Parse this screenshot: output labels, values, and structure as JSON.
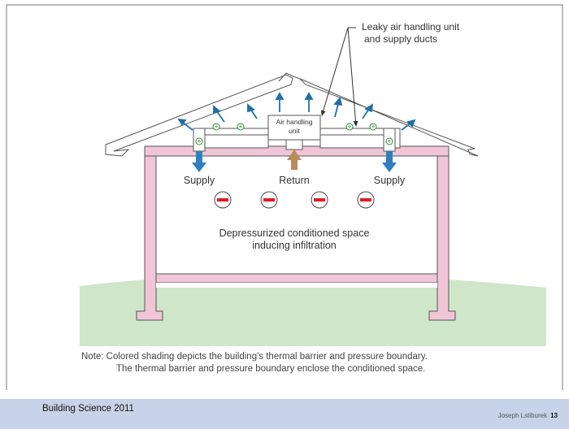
{
  "diagram": {
    "callout": {
      "line1": "Leaky air handling unit",
      "line2": "and supply ducts"
    },
    "ahu": {
      "line1": "Air handling",
      "line2": "unit"
    },
    "supply_left": "Supply",
    "return": "Return",
    "supply_right": "Supply",
    "space": {
      "line1": "Depressurized conditioned space",
      "line2": "inducing infiltration"
    },
    "pressure_signs": [
      "−",
      "−",
      "−",
      "−"
    ],
    "leak_signs": [
      "+",
      "+",
      "+",
      "+",
      "+",
      "+"
    ],
    "colors": {
      "thermal_barrier": "#f0c6d6",
      "ground": "#cfe6c8",
      "air_arrow": "#1f6fa8",
      "return_arrow": "#b98b5e",
      "minus": "#e01b24"
    }
  },
  "note": {
    "line1": "Note:  Colored shading depicts the building's thermal barrier and pressure boundary.",
    "line2": "The thermal barrier and pressure boundary enclose the conditioned space."
  },
  "footer": {
    "title": "Building Science 2011",
    "author": "Joseph Lstiburek",
    "page": "13"
  }
}
